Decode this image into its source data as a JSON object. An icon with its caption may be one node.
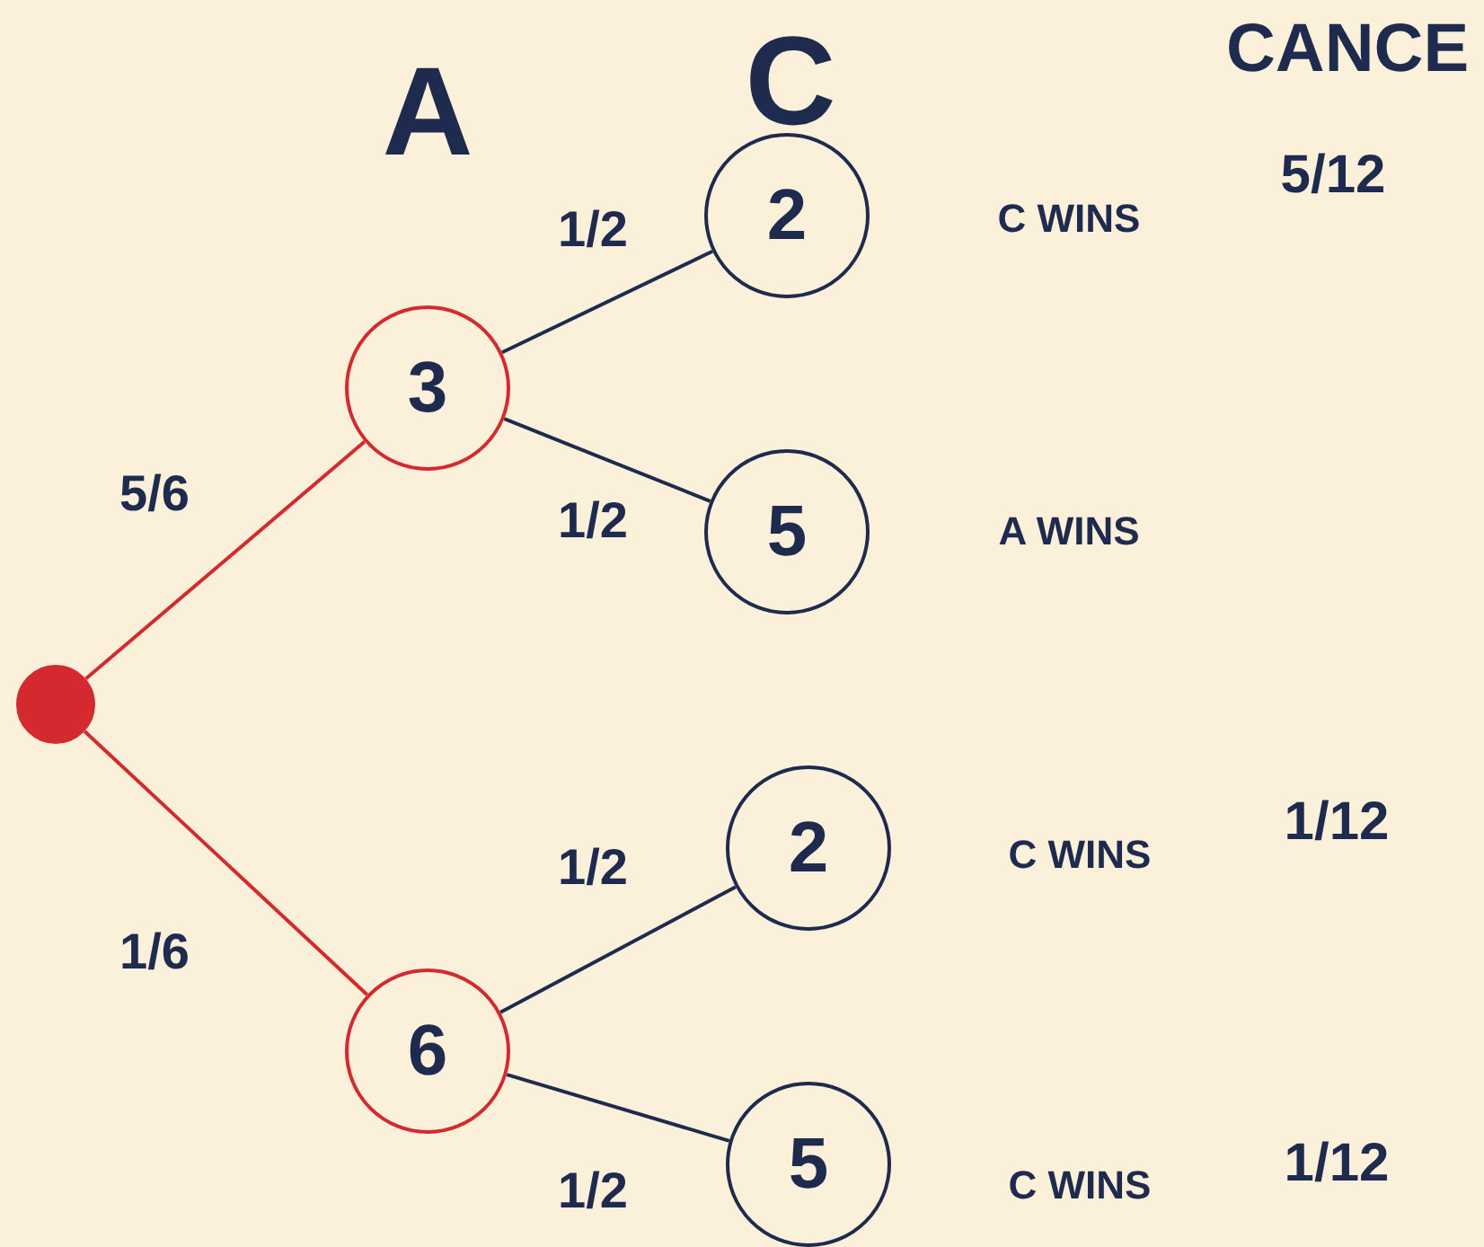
{
  "diagram": {
    "nodes": [
      {
        "text": [],
        "shape": "circle"
      },
      {
        "text": [
          "3"
        ]
      },
      {
        "text": [
          "2"
        ],
        "beside": [
          "C WINS",
          "5/12"
        ]
      },
      {
        "text": [
          "5"
        ],
        "beside": [
          "A WINS"
        ]
      },
      {
        "text": [
          "6"
        ]
      },
      {
        "text": [
          "2"
        ],
        "beside": [
          "C WINS",
          "1/12"
        ]
      },
      {
        "text": [
          "5"
        ],
        "beside": [
          "C WINS",
          "1/12"
        ]
      }
    ],
    "edges": [
      {
        "from": 0,
        "to": 1,
        "arrow": "none",
        "label": "5/6",
        "color": "#d42a2f"
      },
      {
        "from": 1,
        "to": 2,
        "arrow": "none",
        "label": "1/2"
      },
      {
        "from": 1,
        "to": 3,
        "arrow": "none",
        "label": "1/2"
      },
      {
        "from": 0,
        "to": 4,
        "arrow": "none",
        "label": "1/6",
        "color": "#d42a2f"
      },
      {
        "from": 4,
        "to": 5,
        "arrow": "none",
        "label": "1/2"
      },
      {
        "from": 4,
        "to": 6,
        "arrow": "none",
        "label": "1/2"
      }
    ],
    "labels": [
      "A",
      "C",
      "CANCE"
    ]
  }
}
